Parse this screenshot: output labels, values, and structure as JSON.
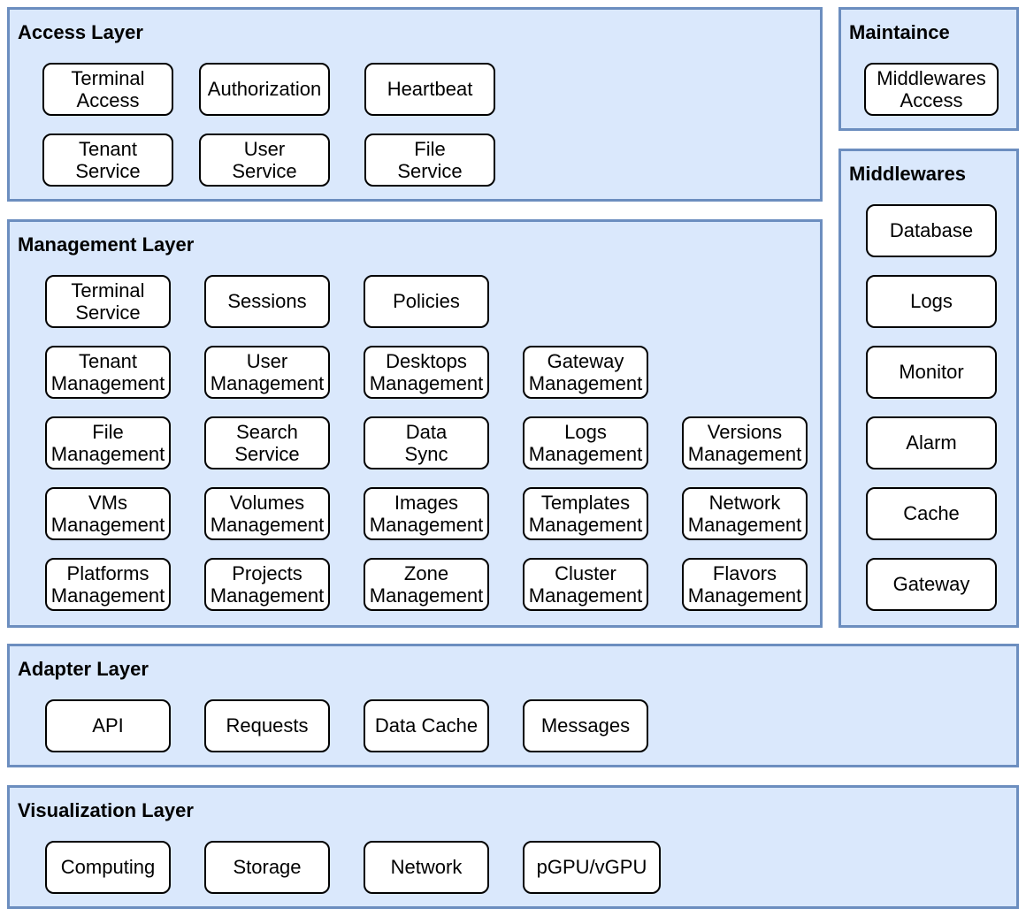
{
  "colors": {
    "page_bg": "#ffffff",
    "panel_fill": "#dae8fc",
    "panel_border": "#6c8ebf",
    "box_fill": "#ffffff",
    "box_border": "#000000",
    "text": "#000000"
  },
  "panels": {
    "access": {
      "title": "Access Layer",
      "boxes": [
        "Terminal\nAccess",
        "Authorization",
        "Heartbeat",
        "Tenant\nService",
        "User\nService",
        "File\nService"
      ]
    },
    "maintaince": {
      "title": "Maintaince",
      "boxes": [
        "Middlewares\nAccess"
      ]
    },
    "middlewares": {
      "title": "Middlewares",
      "boxes": [
        "Database",
        "Logs",
        "Monitor",
        "Alarm",
        "Cache",
        "Gateway"
      ]
    },
    "management": {
      "title": "Management Layer",
      "boxes": [
        "Terminal\nService",
        "Sessions",
        "Policies",
        "Tenant\nManagement",
        "User\nManagement",
        "Desktops\nManagement",
        "Gateway\nManagement",
        "File\nManagement",
        "Search\nService",
        "Data\nSync",
        "Logs\nManagement",
        "Versions\nManagement",
        "VMs\nManagement",
        "Volumes\nManagement",
        "Images\nManagement",
        "Templates\nManagement",
        "Network\nManagement",
        "Platforms\nManagement",
        "Projects\nManagement",
        "Zone\nManagement",
        "Cluster\nManagement",
        "Flavors\nManagement"
      ]
    },
    "adapter": {
      "title": "Adapter Layer",
      "boxes": [
        "API",
        "Requests",
        "Data Cache",
        "Messages"
      ]
    },
    "visualization": {
      "title": "Visualization Layer",
      "boxes": [
        "Computing",
        "Storage",
        "Network",
        "pGPU/vGPU"
      ]
    }
  }
}
